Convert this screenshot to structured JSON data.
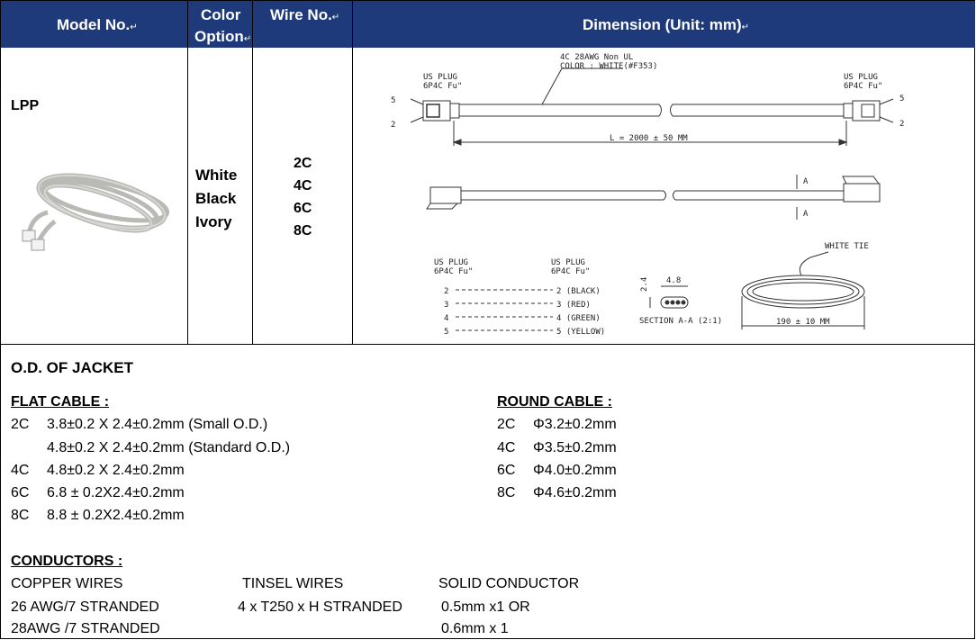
{
  "header": {
    "model_no": "Model No.",
    "color_option_1": "Color",
    "color_option_2": "Option",
    "wire_no": "Wire No.",
    "dimension": "Dimension (Unit: mm)",
    "para_mark": "↵"
  },
  "row": {
    "model": "LPP",
    "colors": [
      "White",
      "Black",
      "Ivory"
    ],
    "wires": [
      "2C",
      "4C",
      "6C",
      "8C"
    ]
  },
  "drawing": {
    "cable_label_1": "4C 28AWG Non UL",
    "cable_label_2": "COLOR : WHITE(#F353)",
    "left_plug_1": "US PLUG",
    "left_plug_2": "6P4C Fu\"",
    "right_plug_1": "US PLUG",
    "right_plug_2": "6P4C Fu\"",
    "pin_5": "5",
    "pin_2": "2",
    "length": "L = 2000 ± 50 MM",
    "section_mark": "A",
    "wiring_left_1": "US PLUG",
    "wiring_left_2": "6P4C Fu\"",
    "wiring_right_1": "US PLUG",
    "wiring_right_2": "6P4C Fu\"",
    "wiring_pins_left": [
      "2",
      "3",
      "4",
      "5"
    ],
    "wiring_pins_right": [
      "2 (BLACK)",
      "3 (RED)",
      "4 (GREEN)",
      "5 (YELLOW)"
    ],
    "section_width": "4.8",
    "section_height": "2.4",
    "section_label": "SECTION A-A (2:1)",
    "tie_label": "WHITE TIE",
    "coil_length": "190 ± 10 MM"
  },
  "jacket": {
    "title": "O.D. OF JACKET",
    "flat_title": "FLAT CABLE :",
    "flat": [
      {
        "code": "2C",
        "value": "3.8±0.2 X 2.4±0.2mm (Small O.D.)"
      },
      {
        "code": "",
        "value": "4.8±0.2 X 2.4±0.2mm (Standard O.D.)"
      },
      {
        "code": "4C",
        "value": "4.8±0.2 X 2.4±0.2mm"
      },
      {
        "code": "6C",
        "value": "6.8 ± 0.2X2.4±0.2mm"
      },
      {
        "code": "8C",
        "value": "8.8 ± 0.2X2.4±0.2mm"
      }
    ],
    "round_title": "ROUND CABLE :",
    "round": [
      {
        "code": "2C",
        "value": "Φ3.2±0.2mm"
      },
      {
        "code": "4C",
        "value": "Φ3.5±0.2mm"
      },
      {
        "code": "6C",
        "value": "Φ4.0±0.2mm"
      },
      {
        "code": "8C",
        "value": "Φ4.6±0.2mm"
      }
    ]
  },
  "conductors": {
    "title": "CONDUCTORS :",
    "copper_title": "COPPER WIRES",
    "copper": [
      "26 AWG/7 STRANDED",
      "28AWG /7 STRANDED"
    ],
    "tinsel_title": "TINSEL WIRES",
    "tinsel": [
      "4 x T250 x H STRANDED"
    ],
    "solid_title": "SOLID CONDUCTOR",
    "solid": [
      "0.5mm x1 OR",
      "0.6mm x 1"
    ]
  },
  "colors": {
    "header_bg": "#1f3a7a",
    "cable": "#c8c8c4"
  }
}
